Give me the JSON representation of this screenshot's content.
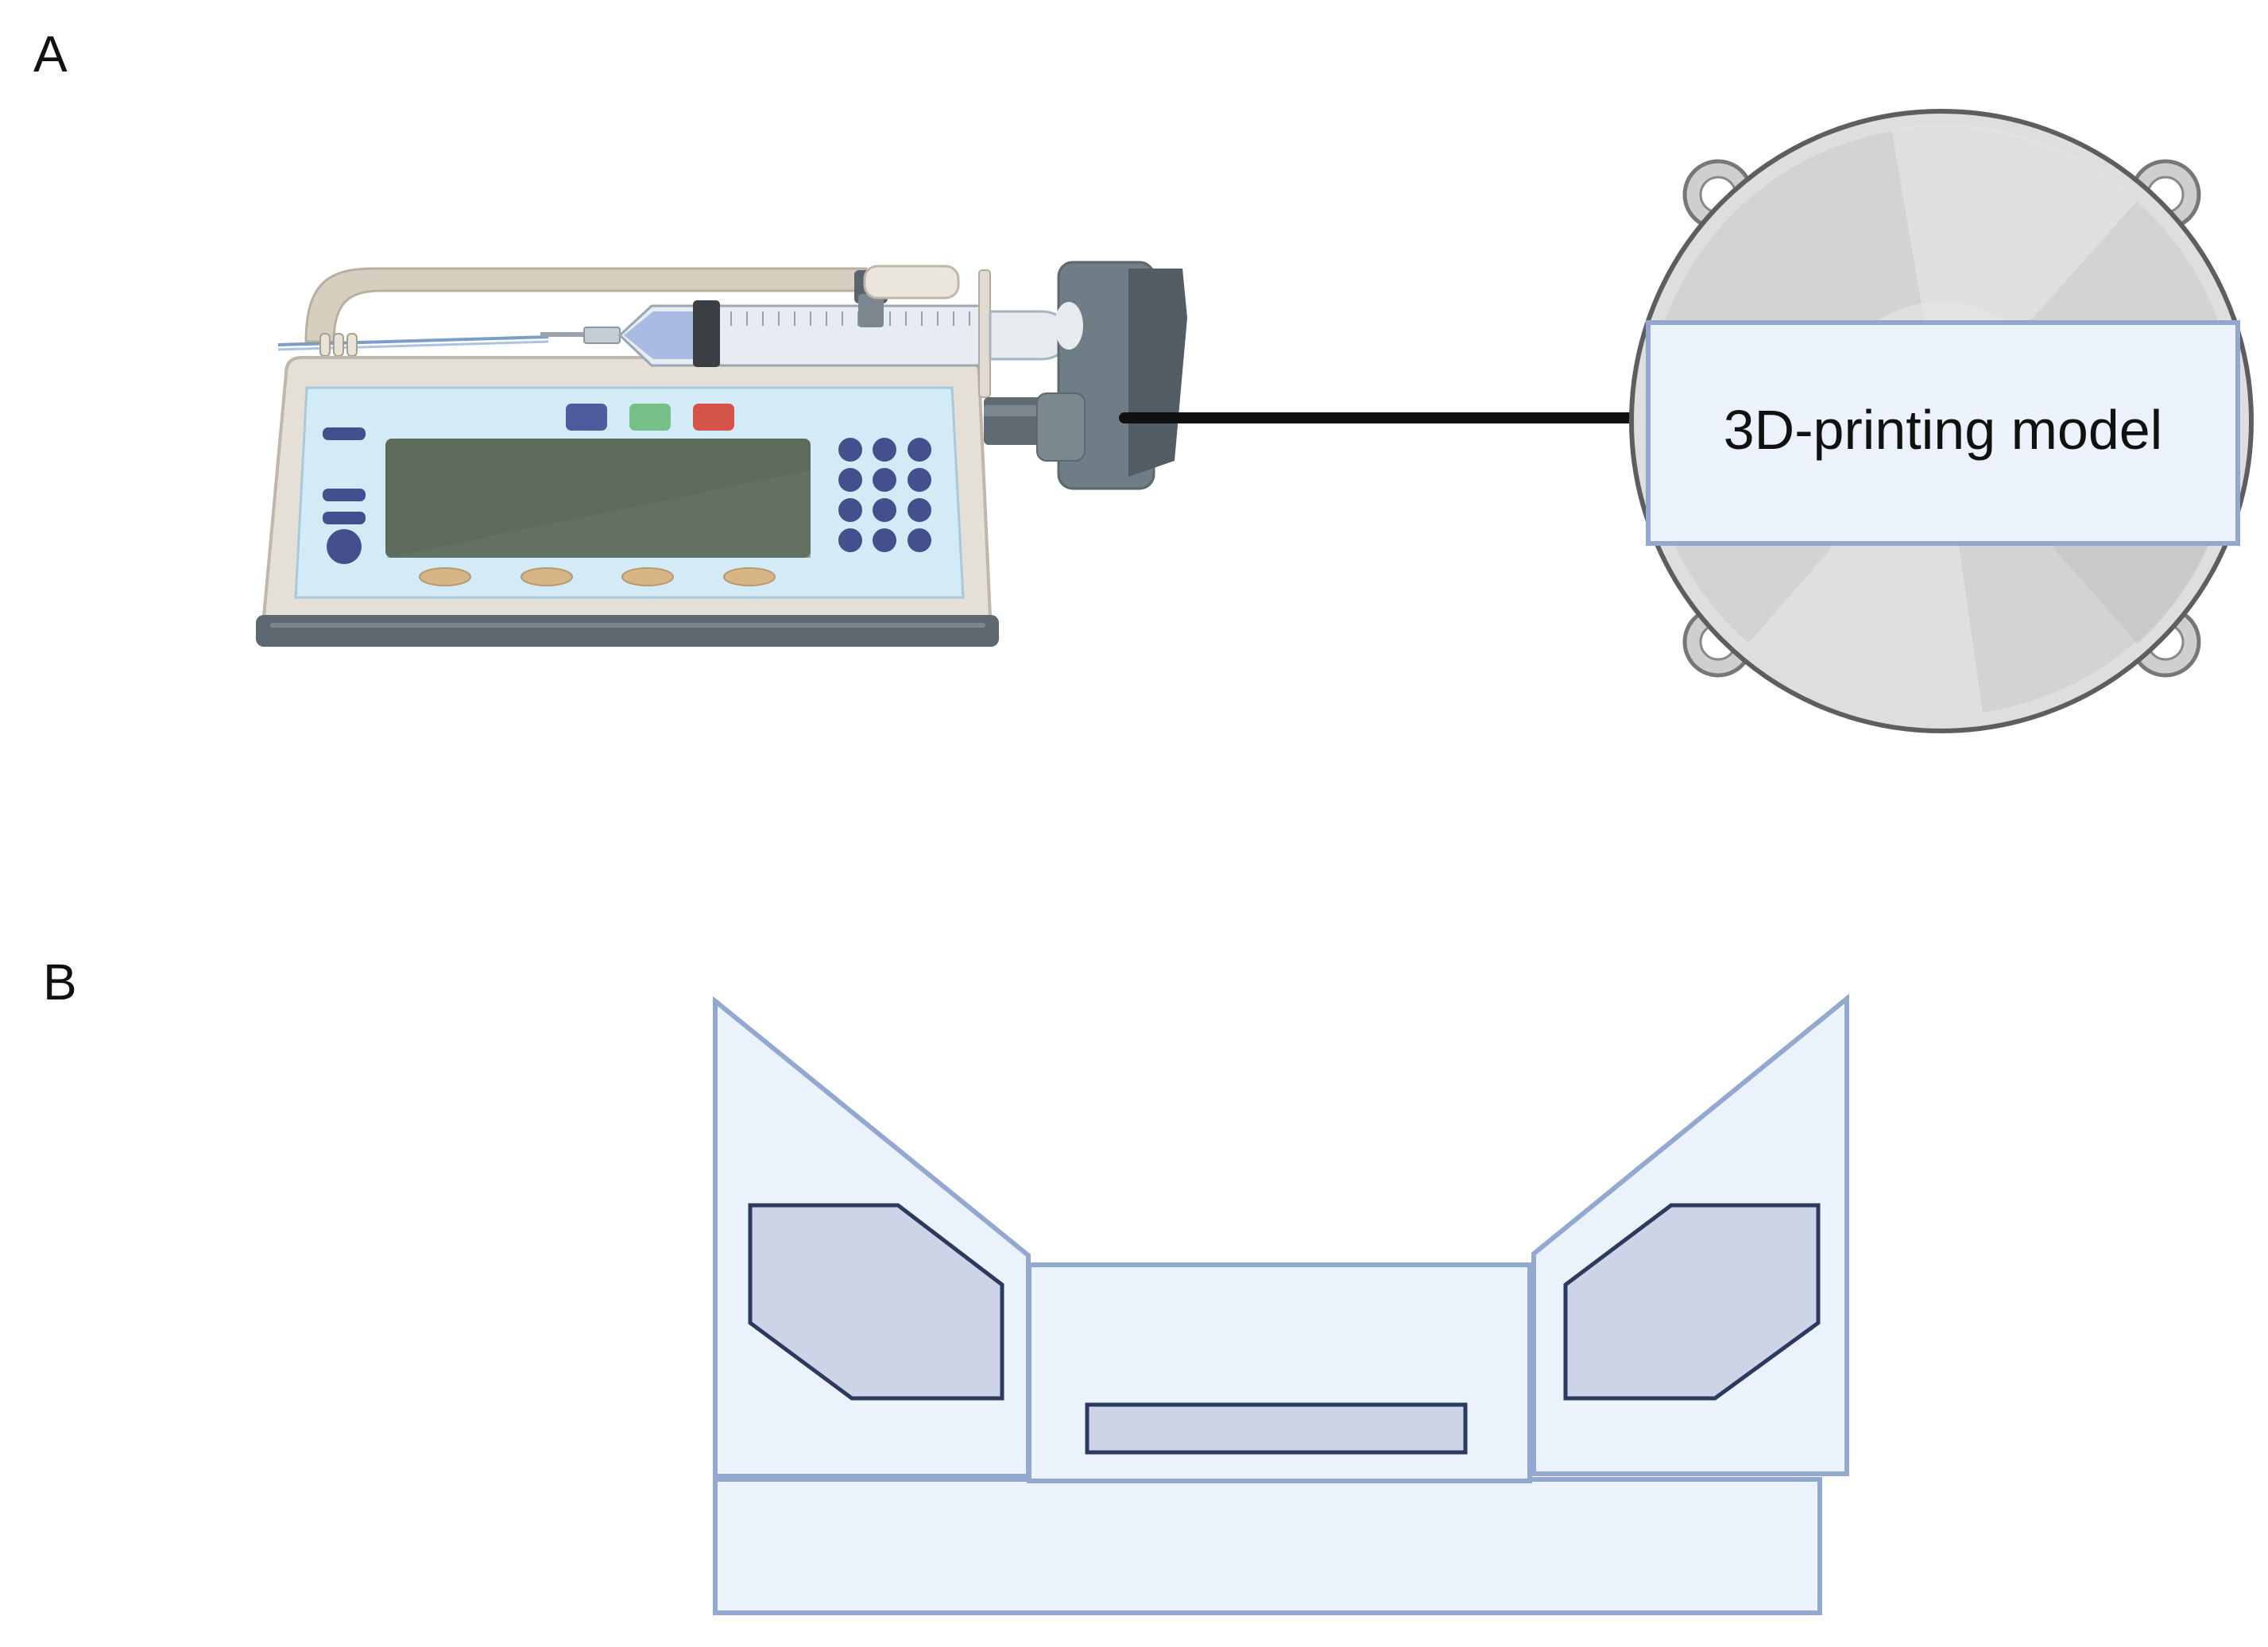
{
  "panels": {
    "a": {
      "label": "A"
    },
    "b": {
      "label": "B"
    }
  },
  "model": {
    "label": "3D-printing model"
  },
  "colors": {
    "pump_body": "#e4e0d8",
    "pump_panel": "#d3ebf6",
    "pump_screen": "#5c6b5c",
    "keypad": "#44508e",
    "button_blue": "#4d5c9c",
    "button_green": "#74c088",
    "button_red": "#d55349",
    "connector_gray": "#6f7d86",
    "disc_gray": "#c8c8c8",
    "light_fill": "#ebf2fb",
    "outline_blue": "#93a8d0",
    "window_fill": "#cdd4e8",
    "window_stroke": "#2c3a60"
  },
  "icons": [
    "syringe-pump-icon",
    "syringe-icon",
    "connector-icon",
    "disc-icon"
  ]
}
